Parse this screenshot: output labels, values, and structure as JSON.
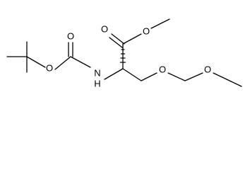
{
  "figure": {
    "type": "chemical-structure",
    "molecule": {
      "atom_labels": [
        "O",
        "O",
        "O",
        "N",
        "H",
        "O",
        "O",
        "O"
      ]
    }
  }
}
